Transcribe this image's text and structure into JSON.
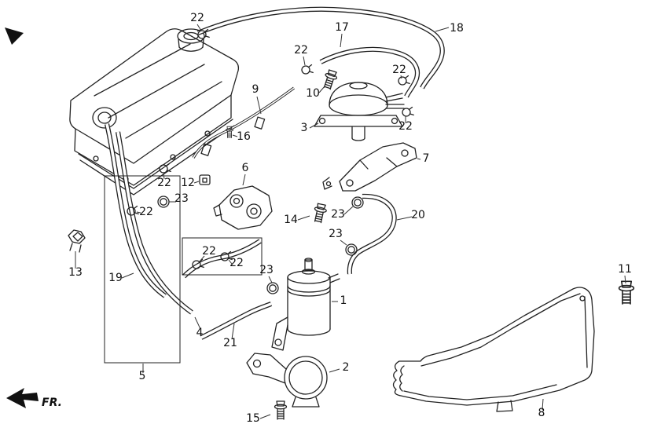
{
  "diagram": {
    "fr_label": "FR.",
    "colors": {
      "line": "#222222",
      "background": "#ffffff",
      "text": "#111111"
    },
    "callouts": [
      {
        "label": "22"
      },
      {
        "label": "17"
      },
      {
        "label": "18"
      },
      {
        "label": "22"
      },
      {
        "label": "10"
      },
      {
        "label": "9"
      },
      {
        "label": "3"
      },
      {
        "label": "22"
      },
      {
        "label": "22"
      },
      {
        "label": "16"
      },
      {
        "label": "7"
      },
      {
        "label": "22"
      },
      {
        "label": "12"
      },
      {
        "label": "23"
      },
      {
        "label": "6"
      },
      {
        "label": "22"
      },
      {
        "label": "14"
      },
      {
        "label": "23"
      },
      {
        "label": "20"
      },
      {
        "label": "23"
      },
      {
        "label": "13"
      },
      {
        "label": "19"
      },
      {
        "label": "22"
      },
      {
        "label": "22"
      },
      {
        "label": "23"
      },
      {
        "label": "1"
      },
      {
        "label": "4"
      },
      {
        "label": "21"
      },
      {
        "label": "5"
      },
      {
        "label": "2"
      },
      {
        "label": "11"
      },
      {
        "label": "8"
      },
      {
        "label": "15"
      }
    ]
  }
}
